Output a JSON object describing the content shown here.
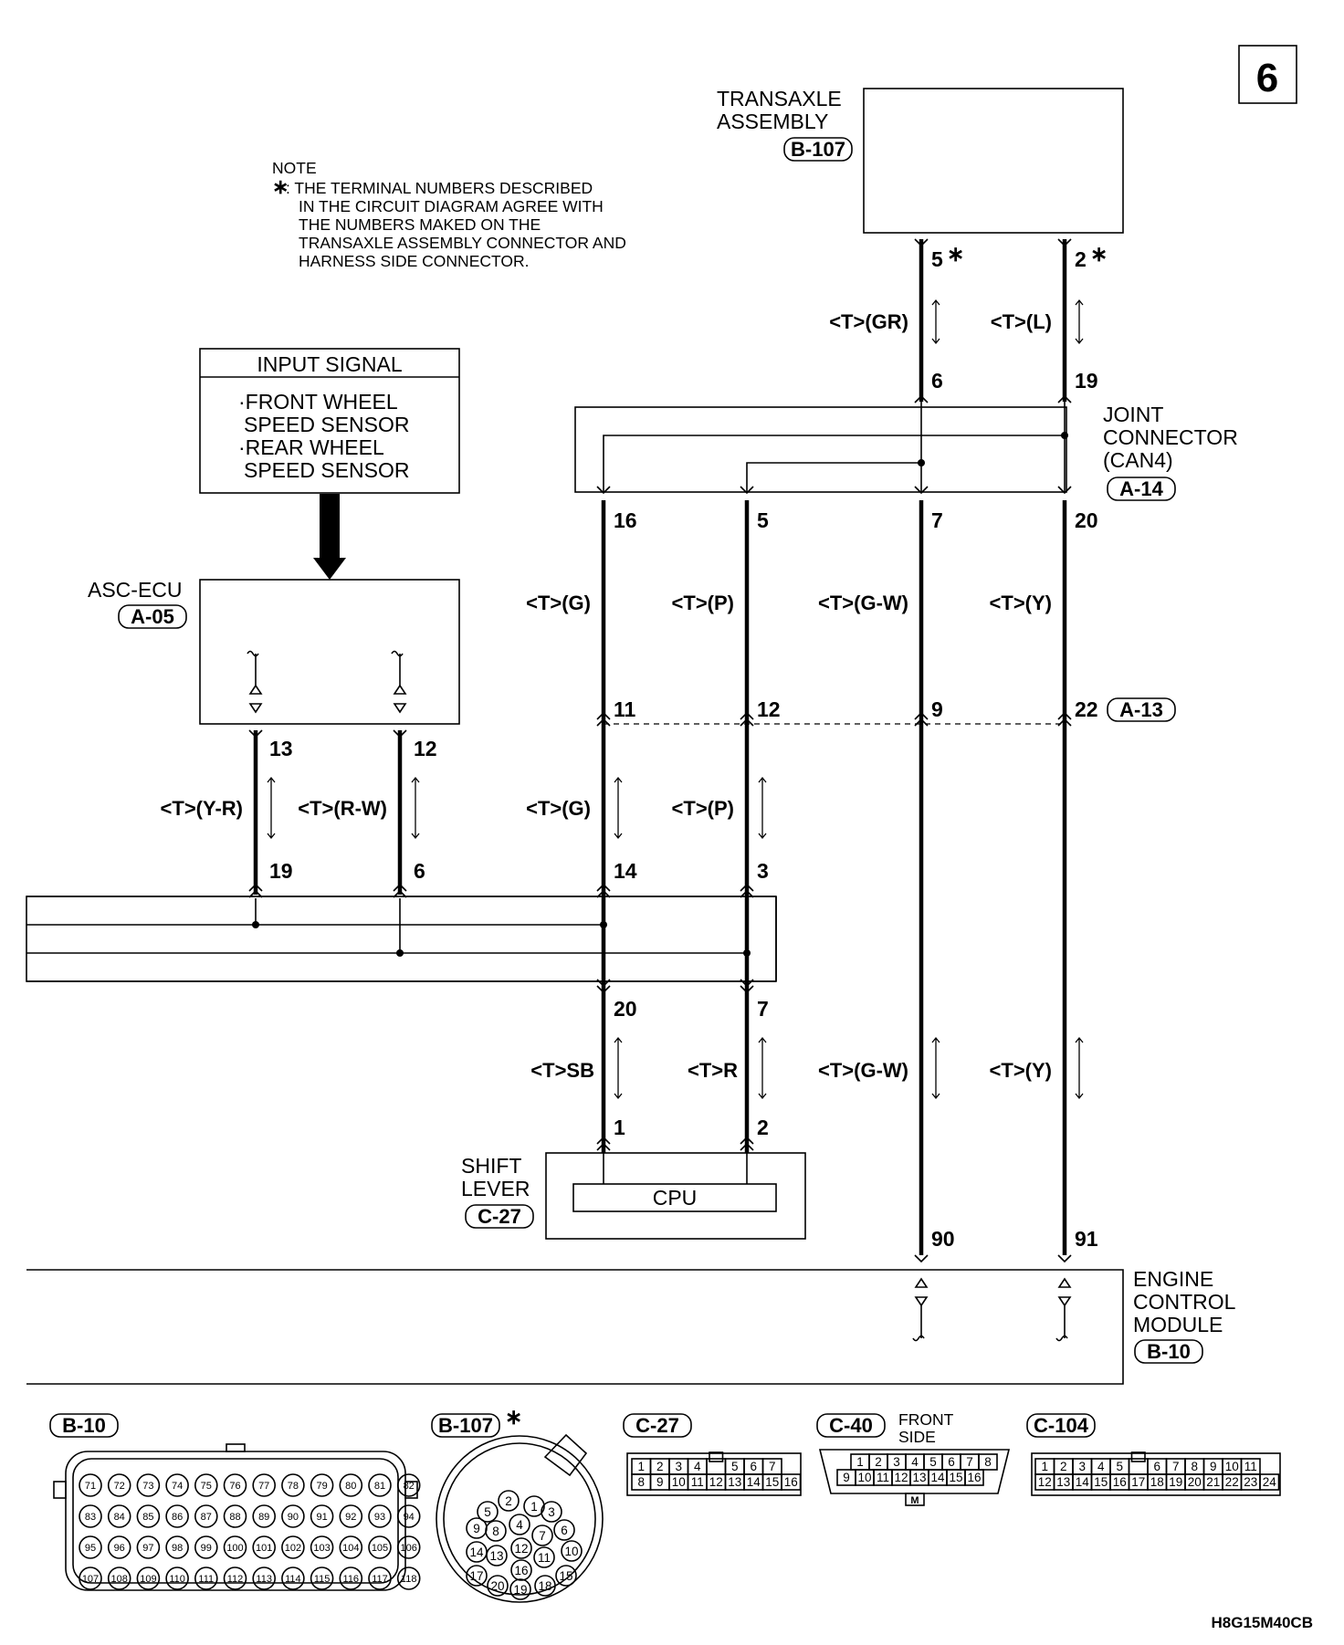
{
  "page_number": "6",
  "diagram_code": "H8G15M40CB",
  "note": {
    "title": "NOTE",
    "star": "∗",
    "lines": [
      ": THE TERMINAL NUMBERS DESCRIBED",
      "IN THE CIRCUIT DIAGRAM AGREE WITH",
      "THE NUMBERS MAKED ON THE",
      "TRANSAXLE ASSEMBLY CONNECTOR AND",
      "HARNESS SIDE CONNECTOR."
    ]
  },
  "transaxle": {
    "line1": "TRANSAXLE",
    "line2": "ASSEMBLY",
    "ref": "B-107"
  },
  "input_signal": {
    "header": "INPUT SIGNAL",
    "lines": [
      "·FRONT WHEEL",
      "SPEED SENSOR",
      "·REAR WHEEL",
      "SPEED SENSOR"
    ]
  },
  "asc_ecu": {
    "name": "ASC-ECU",
    "ref": "A-05"
  },
  "joint_connector": {
    "line1": "JOINT",
    "line2": "CONNECTOR",
    "line3": "(CAN4)",
    "ref": "A-14"
  },
  "intermediate_ref": "A-13",
  "shift_lever": {
    "line1": "SHIFT",
    "line2": "LEVER",
    "ref": "C-27",
    "cpu": "CPU"
  },
  "ecm": {
    "line1": "ENGINE",
    "line2": "CONTROL",
    "line3": "MODULE",
    "ref": "B-10"
  },
  "terminals": {
    "t_5": "5",
    "t_2": "2",
    "star": "∗",
    "t_6": "6",
    "t_19": "19",
    "t_16": "16",
    "t_5b": "5",
    "t_7": "7",
    "t_20": "20",
    "t_11": "11",
    "t_12": "12",
    "t_9": "9",
    "t_22": "22",
    "t_13": "13",
    "t_12b": "12",
    "t_19b": "19",
    "t_6b": "6",
    "t_14": "14",
    "t_3": "3",
    "t_20b": "20",
    "t_7b": "7",
    "t_1": "1",
    "t_2b": "2",
    "t_90": "90",
    "t_91": "91"
  },
  "wires": {
    "gr": "<T>(GR)",
    "l": "<T>(L)",
    "g1": "<T>(G)",
    "p1": "<T>(P)",
    "gw1": "<T>(G-W)",
    "y1": "<T>(Y)",
    "yr": "<T>(Y-R)",
    "rw": "<T>(R-W)",
    "g2": "<T>(G)",
    "p2": "<T>(P)",
    "sb": "<T>SB",
    "r": "<T>R",
    "gw2": "<T>(G-W)",
    "y2": "<T>(Y)"
  },
  "connectors": {
    "b10": {
      "ref": "B-10",
      "rows": [
        [
          "71",
          "72",
          "73",
          "74",
          "75",
          "76",
          "77",
          "78",
          "79",
          "80",
          "81",
          "82"
        ],
        [
          "83",
          "84",
          "85",
          "86",
          "87",
          "88",
          "89",
          "90",
          "91",
          "92",
          "93",
          "94"
        ],
        [
          "95",
          "96",
          "97",
          "98",
          "99",
          "100",
          "101",
          "102",
          "103",
          "104",
          "105",
          "106"
        ],
        [
          "107",
          "108",
          "109",
          "110",
          "111",
          "112",
          "113",
          "114",
          "115",
          "116",
          "117",
          "118"
        ]
      ]
    },
    "b107": {
      "ref": "B-107",
      "star": "∗",
      "pins": [
        "1",
        "2",
        "3",
        "4",
        "5",
        "6",
        "7",
        "8",
        "9",
        "10",
        "11",
        "12",
        "13",
        "14",
        "15",
        "16",
        "17",
        "18",
        "19",
        "20"
      ]
    },
    "c27": {
      "ref": "C-27",
      "row1": [
        "1",
        "2",
        "3",
        "4",
        "",
        "5",
        "6",
        "7"
      ],
      "row2": [
        "8",
        "9",
        "10",
        "11",
        "12",
        "13",
        "14",
        "15",
        "16"
      ]
    },
    "c40": {
      "ref": "C-40",
      "side1": "FRONT",
      "side2": "SIDE",
      "key": "M",
      "row1": [
        "1",
        "2",
        "3",
        "4",
        "5",
        "6",
        "7",
        "8"
      ],
      "row2": [
        "9",
        "10",
        "11",
        "12",
        "13",
        "14",
        "15",
        "16"
      ]
    },
    "c104": {
      "ref": "C-104",
      "row1": [
        "1",
        "2",
        "3",
        "4",
        "5",
        "",
        "6",
        "7",
        "8",
        "9",
        "10",
        "11"
      ],
      "row2": [
        "12",
        "13",
        "14",
        "15",
        "16",
        "17",
        "18",
        "19",
        "20",
        "21",
        "22",
        "23",
        "24"
      ]
    }
  }
}
